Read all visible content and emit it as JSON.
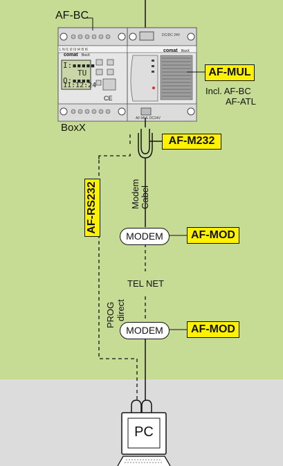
{
  "labels": {
    "af_bc_top": "AF-BC",
    "boxx": "BoxX",
    "incl_line1": "Incl. AF-BC",
    "incl_line2": "AF-ATL",
    "modem_cabel_1": "Modem",
    "modem_cabel_2": "Cabel",
    "tel_net": "TEL NET",
    "prog": "PROG",
    "direct": "direct"
  },
  "tags": {
    "af_mul": "AF-MUL",
    "af_m232": "AF-M232",
    "af_rs232": "AF-RS232",
    "af_mod_1": "AF-MOD",
    "af_mod_2": "AF-MOD"
  },
  "modems": {
    "modem_1": "MODEM",
    "modem_2": "MODEM"
  },
  "pc": {
    "label": "PC"
  },
  "device": {
    "brand_left": "comat",
    "model_left": "BoxX",
    "brand_right": "comat",
    "model_right": "BoxX",
    "lcd_line1": "I:▪▪▪▪▪",
    "lcd_line2": "TU",
    "lcd_line3": "Q:▪▪▪▪",
    "lcd_line4": "11:12:24",
    "ce_mark": "CE"
  },
  "colors": {
    "background_green": "#c6dc94",
    "background_grey": "#dcdcdc",
    "tag_yellow": "#fff200"
  }
}
